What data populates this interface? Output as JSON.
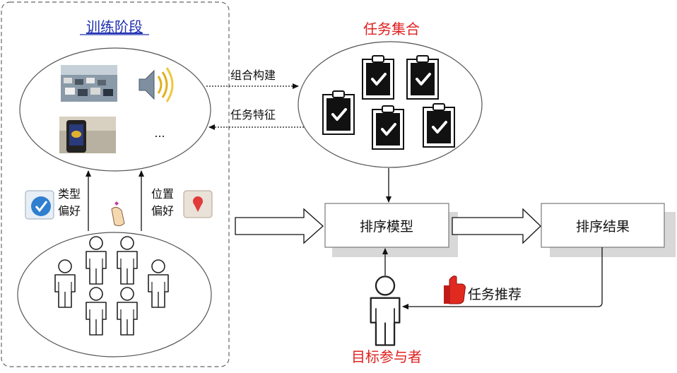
{
  "training": {
    "title": "训练阶段",
    "ellipsis": "...",
    "type_pref": [
      "类型",
      "偏好"
    ],
    "loc_pref": [
      "位置",
      "偏好"
    ]
  },
  "tasks": {
    "title": "任务集合"
  },
  "arrows": {
    "build": "组合构建",
    "features": "任务特征",
    "recommend": "任务推荐"
  },
  "boxes": {
    "model": "排序模型",
    "result": "排序结果"
  },
  "target": {
    "label": "目标参与者"
  },
  "colors": {
    "title_blue": "#1f2fb0",
    "title_red": "#e02020",
    "stroke": "#333333"
  }
}
